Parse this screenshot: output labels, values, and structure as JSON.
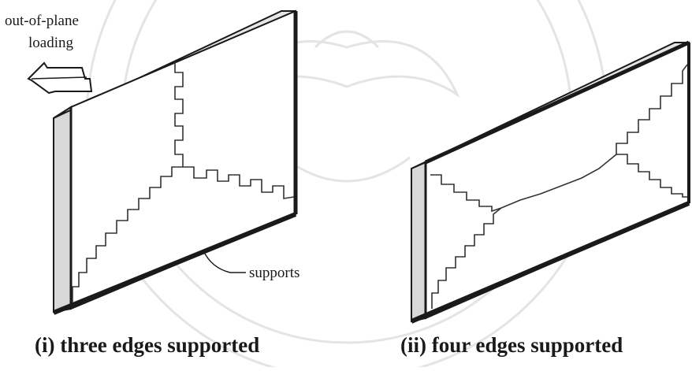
{
  "annotations": {
    "load_line1": "out-of-plane",
    "load_line2": "loading",
    "supports": "supports"
  },
  "captions": {
    "left": "(i) three edges supported",
    "right": "(ii) four edges supported"
  },
  "colors": {
    "ink": "#1a1a1a",
    "panel_face": "#ffffff",
    "panel_side": "#d8d8d8",
    "watermark": "#e2e2e2"
  }
}
